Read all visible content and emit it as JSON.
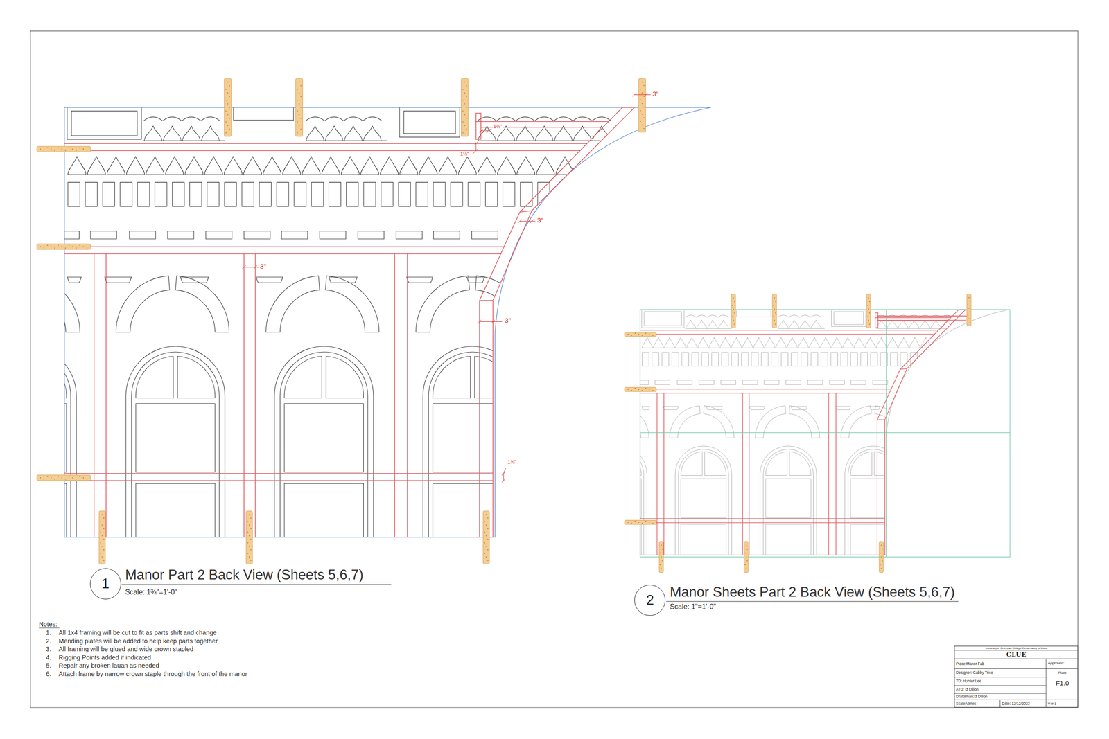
{
  "diagram": {
    "nodes": [
      {
        "text": [
          "1"
        ]
      },
      {
        "text": [
          "2"
        ]
      },
      {
        "text": [
          "University of Cincinnati College-Conservatory of Music",
          "CLUE",
          "Piece:Manor Fab",
          "Approved:",
          "Designer: Gabby Trice",
          "Plate",
          "TD: Hunter Lee",
          "F1.0",
          "ATD: Iz Dillon",
          "Draftsman:Iz Dillon",
          "Scale:Varies",
          "Date: 12/12/2023",
          "V # 1"
        ]
      }
    ],
    "labels": [
      "3\"",
      "1⅛\"",
      "1⅛\"",
      "3\"",
      "3\"",
      "3\"",
      "1⅝\"",
      "Manor Part 2 Back View (Sheets 5,6,7)",
      "Scale: 1¾\"=1'-0\"",
      "Manor Sheets Part 2 Back View (Sheets 5,6,7)",
      "Scale: 1\"=1'-0\"",
      "Notes:",
      "1.",
      "All 1x4 framing will be cut to fit as parts shift and change",
      "2.",
      "Mending plates will be added to help keep parts together",
      "3.",
      "All framing will be glued and wide crown stapled",
      "4.",
      "Rigging Points added if indicated",
      "5.",
      "Repair any broken lauan as needed",
      "6.",
      "Attach frame by narrow crown staple through the front of the manor"
    ]
  }
}
